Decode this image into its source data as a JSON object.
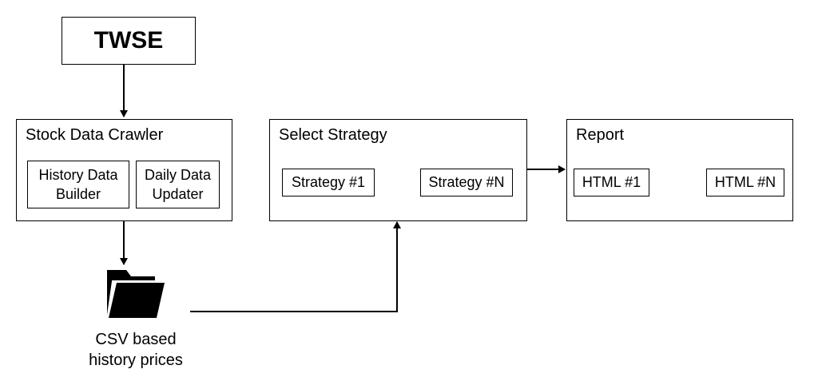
{
  "source": {
    "label": "TWSE"
  },
  "crawler": {
    "title": "Stock Data Crawler",
    "history_builder": {
      "line1": "History Data",
      "line2": "Builder"
    },
    "daily_updater": {
      "line1": "Daily Data",
      "line2": "Updater"
    }
  },
  "storage": {
    "line1": "CSV based",
    "line2": "history prices",
    "icon": "folder-icon"
  },
  "strategy": {
    "title": "Select Strategy",
    "first": "Strategy #1",
    "last": "Strategy #N"
  },
  "report": {
    "title": "Report",
    "first": "HTML #1",
    "last": "HTML #N"
  }
}
